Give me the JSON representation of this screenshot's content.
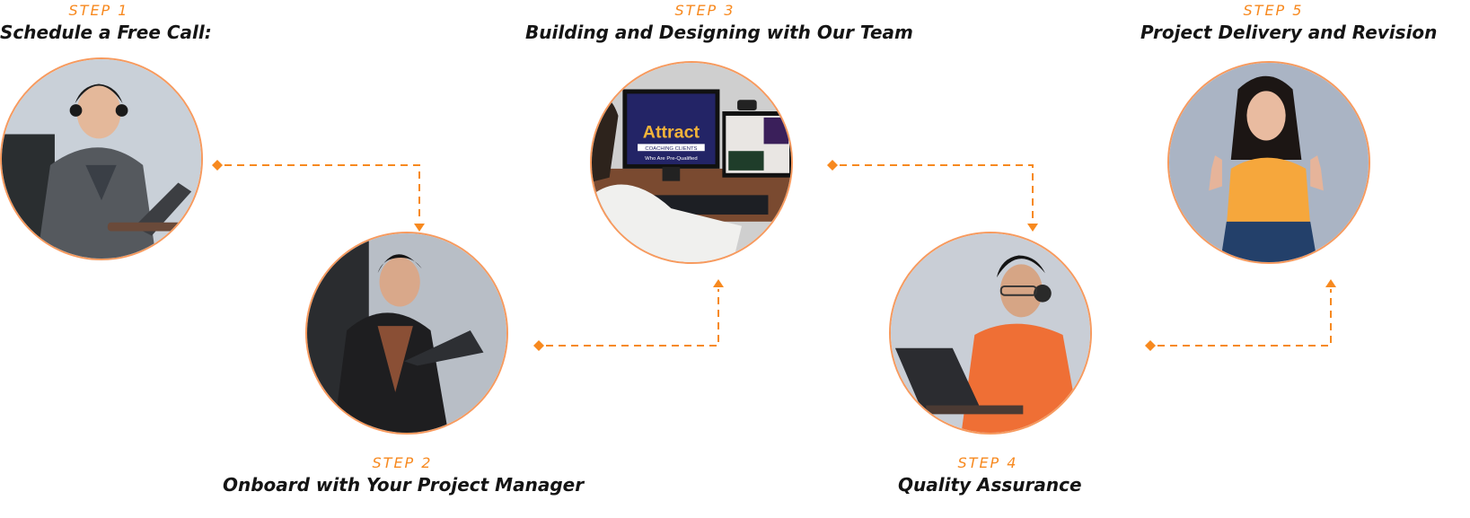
{
  "accent_color": "#f7891f",
  "steps": [
    {
      "label": "STEP 1",
      "title": "Schedule a Free Call:",
      "photo": "man-with-headset-at-laptop-photo"
    },
    {
      "label": "STEP 2",
      "title": "Onboard with Your Project Manager",
      "photo": "man-holding-laptop-photo"
    },
    {
      "label": "STEP 3",
      "title": "Building and Designing with Our Team",
      "photo": "designer-at-dual-monitors-photo"
    },
    {
      "label": "STEP 4",
      "title": "Quality Assurance",
      "photo": "man-in-orange-shirt-with-headset-photo"
    },
    {
      "label": "STEP 5",
      "title": "Project Delivery and Revision",
      "photo": "woman-thumbs-up-photo"
    }
  ],
  "monitor_text": {
    "line1": "Attract",
    "line2": "COACHING CLIENTS",
    "line3": "Who Are Pre-Qualified"
  }
}
